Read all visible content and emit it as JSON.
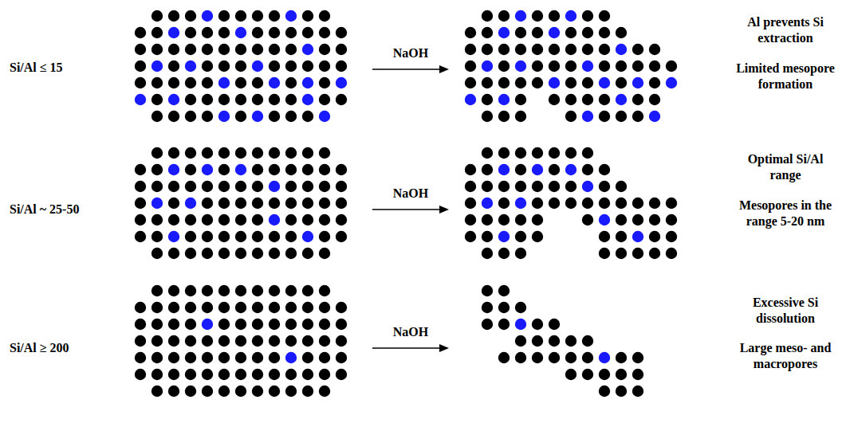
{
  "diagram": {
    "labels": [
      "Si/Al ≤ 15",
      "NaOH",
      "Al prevents Si extraction",
      "Limited mesopore formation",
      "Si/Al ~ 25-50",
      "NaOH",
      "Optimal Si/Al range",
      "Mesopores in the range 5-20 nm",
      "Si/Al ≥ 200",
      "NaOH",
      "Excessive Si dissolution",
      "Large meso- and macropores"
    ]
  }
}
